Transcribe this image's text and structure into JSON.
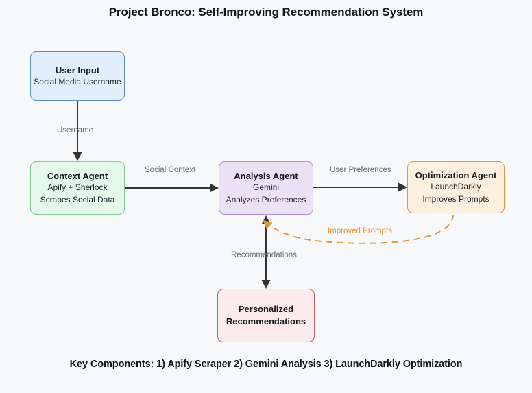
{
  "title": "Project Bronco: Self-Improving Recommendation System",
  "footer": "Key Components: 1) Apify Scraper 2) Gemini Analysis 3) LaunchDarkly Optimization",
  "background_color": "#f7f8fa",
  "nodes": [
    {
      "id": "user-input",
      "title": "User Input",
      "line2": "Social Media Username",
      "line3": "",
      "fill": "#e3eefc",
      "stroke": "#5d8ec4"
    },
    {
      "id": "context-agent",
      "title": "Context Agent",
      "line2": "Apify + Sherlock",
      "line3": "Scrapes Social Data",
      "fill": "#e6f8ea",
      "stroke": "#7fc894"
    },
    {
      "id": "analysis-agent",
      "title": "Analysis Agent",
      "line2": "Gemini",
      "line3": "Analyzes Preferences",
      "fill": "#ece2f8",
      "stroke": "#b28fd9"
    },
    {
      "id": "optimization-agent",
      "title": "Optimization Agent",
      "line2": "LaunchDarkly",
      "line3": "Improves Prompts",
      "fill": "#fdf0e1",
      "stroke": "#e8943c"
    },
    {
      "id": "personalized-recommendations",
      "title": "Personalized",
      "line2": "Recommendations",
      "line3": "",
      "fill": "#fbebec",
      "stroke": "#ca5a66"
    }
  ],
  "edges": [
    {
      "id": "user-input-to-context-agent",
      "label": "Username",
      "from": "user-input",
      "to": "context-agent",
      "style": "solid",
      "arrow": "single",
      "color": "#333333"
    },
    {
      "id": "context-agent-to-analysis-agent",
      "label": "Social Context",
      "from": "context-agent",
      "to": "analysis-agent",
      "style": "solid",
      "arrow": "single",
      "color": "#333333"
    },
    {
      "id": "analysis-agent-to-optimization-agent",
      "label": "User Preferences",
      "from": "analysis-agent",
      "to": "optimization-agent",
      "style": "solid",
      "arrow": "single",
      "color": "#333333"
    },
    {
      "id": "analysis-agent-to-recommendations",
      "label": "Recommendations",
      "from": "analysis-agent",
      "to": "personalized-recommendations",
      "style": "solid",
      "arrow": "double",
      "color": "#333333"
    },
    {
      "id": "optimization-agent-to-analysis-agent",
      "label": "Improved Prompts",
      "from": "optimization-agent",
      "to": "analysis-agent",
      "style": "dashed",
      "arrow": "single",
      "color": "#e8943c"
    }
  ]
}
